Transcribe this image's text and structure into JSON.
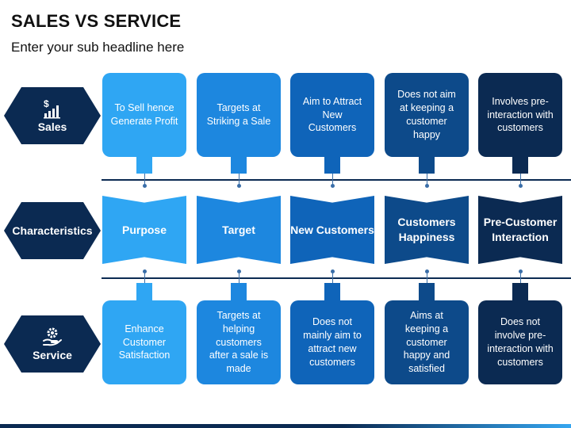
{
  "header": {
    "title": "SALES VS SERVICE",
    "subtitle": "Enter your sub headline here"
  },
  "rows": {
    "sales": "Sales",
    "characteristics": "Characteristics",
    "service": "Service"
  },
  "colors": [
    "#2fa6f3",
    "#1d87df",
    "#0f64b9",
    "#0d4a8a",
    "#0b2a52"
  ],
  "icons": {
    "sales": "dollar-bar-chart-icon",
    "service": "gear-hand-icon"
  },
  "sales_boxes": [
    "To Sell hence Generate Profit",
    "Targets at Striking a Sale",
    "Aim to Attract New Customers",
    "Does not aim at keeping a customer happy",
    "Involves pre-interaction with customers"
  ],
  "characteristics": [
    "Purpose",
    "Target",
    "New Customers",
    "Customers Happiness",
    "Pre-Customer Interaction"
  ],
  "service_boxes": [
    "Enhance Customer Satisfaction",
    "Targets at helping customers after a sale is made",
    "Does not mainly aim to attract new customers",
    "Aims at keeping a customer happy and satisfied",
    "Does not involve pre-interaction with customers"
  ]
}
